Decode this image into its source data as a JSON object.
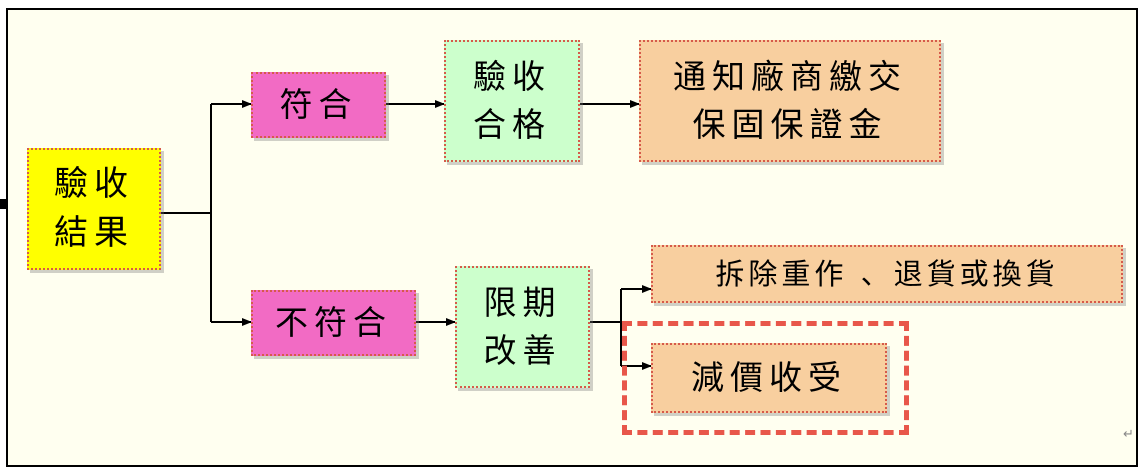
{
  "nodes": {
    "result": "驗收\n結果",
    "pass": "符合",
    "fail": "不符合",
    "accepted": "驗收\n合格",
    "notify": "通知廠商繳交\n保固保證金",
    "deadline": "限期\n改善",
    "redo": "拆除重作 、退貨或換貨",
    "discount": "減價收受"
  },
  "colors": {
    "yellow": "#ffff00",
    "pink": "#f26bc4",
    "green": "#ccffcc",
    "orange": "#f8cf9f",
    "highlight_dash": "#e8574a"
  }
}
